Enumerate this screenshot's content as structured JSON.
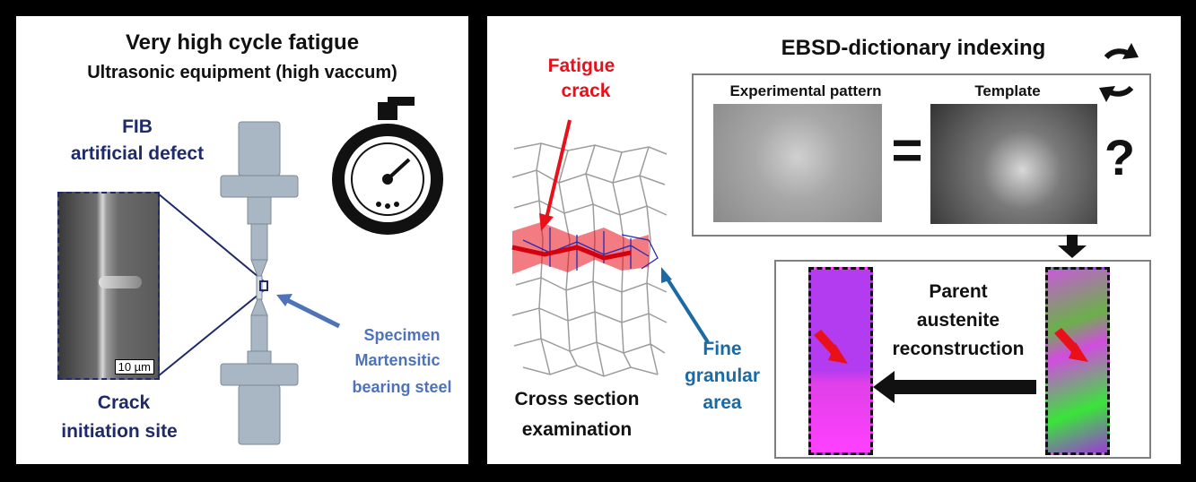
{
  "left": {
    "title": "Very high cycle fatigue",
    "subtitle": "Ultrasonic equipment (high vaccum)",
    "fib_line1": "FIB",
    "fib_line2": "artificial defect",
    "scale_label": "10 µm",
    "crack_line1": "Crack",
    "crack_line2": "initiation site",
    "specimen_line1": "Specimen",
    "specimen_line2": "Martensitic",
    "specimen_line3": "bearing steel"
  },
  "middle": {
    "fatigue_line1": "Fatigue",
    "fatigue_line2": "crack",
    "cross_line1": "Cross section",
    "cross_line2": "examination",
    "fine_line1": "Fine",
    "fine_line2": "granular",
    "fine_line3": "area"
  },
  "right": {
    "title": "EBSD-dictionary indexing",
    "experimental_label": "Experimental pattern",
    "template_label": "Template",
    "equals": "=",
    "question": "?",
    "parent_line1": "Parent",
    "parent_line2": "austenite",
    "parent_line3": "reconstruction"
  },
  "colors": {
    "crack_red": "#e8101a",
    "navy": "#1f2a6b",
    "specimen_blue": "#4f73b8",
    "teal": "#1a6aa6"
  }
}
